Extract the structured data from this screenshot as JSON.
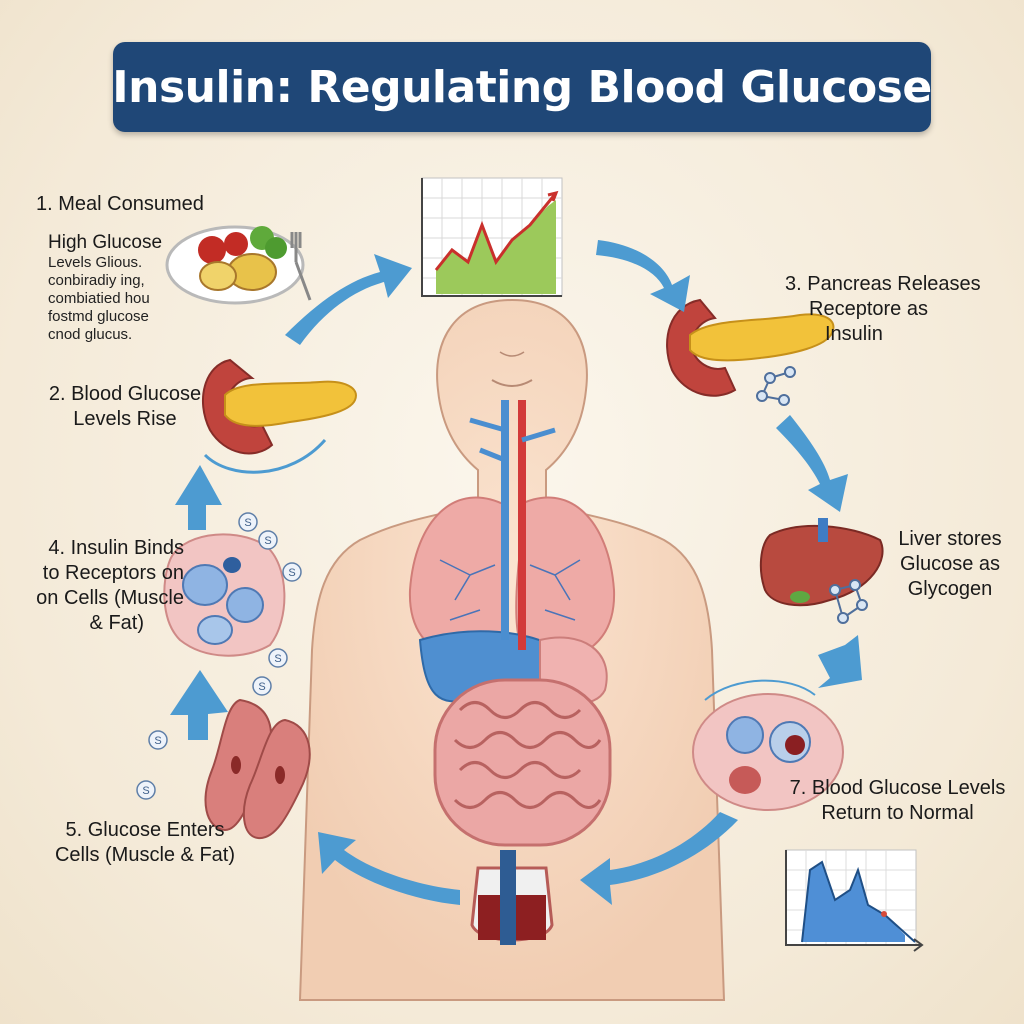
{
  "title": "Insulin: Regulating Blood Glucose",
  "steps": {
    "step1": {
      "heading": "1. Meal Consumed",
      "line1": "High Glucose",
      "line2": "Levels Glious.",
      "line3": "conbiradiy ing,",
      "line4": "combiatied hou",
      "line5": "fostmd glucose",
      "line6": "cnod glucus."
    },
    "step2": {
      "line1": "2. Blood Glucose",
      "line2": "Levels Rise"
    },
    "step3": {
      "line1": "3. Pancreas Releases",
      "line2": "Receptore as",
      "line3": "Insulin"
    },
    "step4": {
      "line1": "4. Insulin Binds",
      "line2": "to Receptors on",
      "line3": "on Cells (Muscle",
      "line4": "& Fat)"
    },
    "step5": {
      "line1": "5. Glucose Enters",
      "line2": "Cells (Muscle & Fat)"
    },
    "step6": {
      "line1": "Liver stores",
      "line2": "Glucose as",
      "line3": "Glycogen"
    },
    "step7": {
      "line1": "7. Blood Glucose Levels",
      "line2": "Return to Normal"
    }
  },
  "molecule_letter": "S",
  "colors": {
    "title_bg": "#1f4777",
    "arrow": "#4d9bd1",
    "skin": "#f6d9c2",
    "pancreas": "#f2c23a",
    "liver": "#b84a3f",
    "intestine": "#e8a7a3",
    "vein": "#4a8ed0",
    "artery": "#d23a3a",
    "graph_fill_high": "#9cc95b",
    "graph_fill_low": "#4f8fd6"
  }
}
